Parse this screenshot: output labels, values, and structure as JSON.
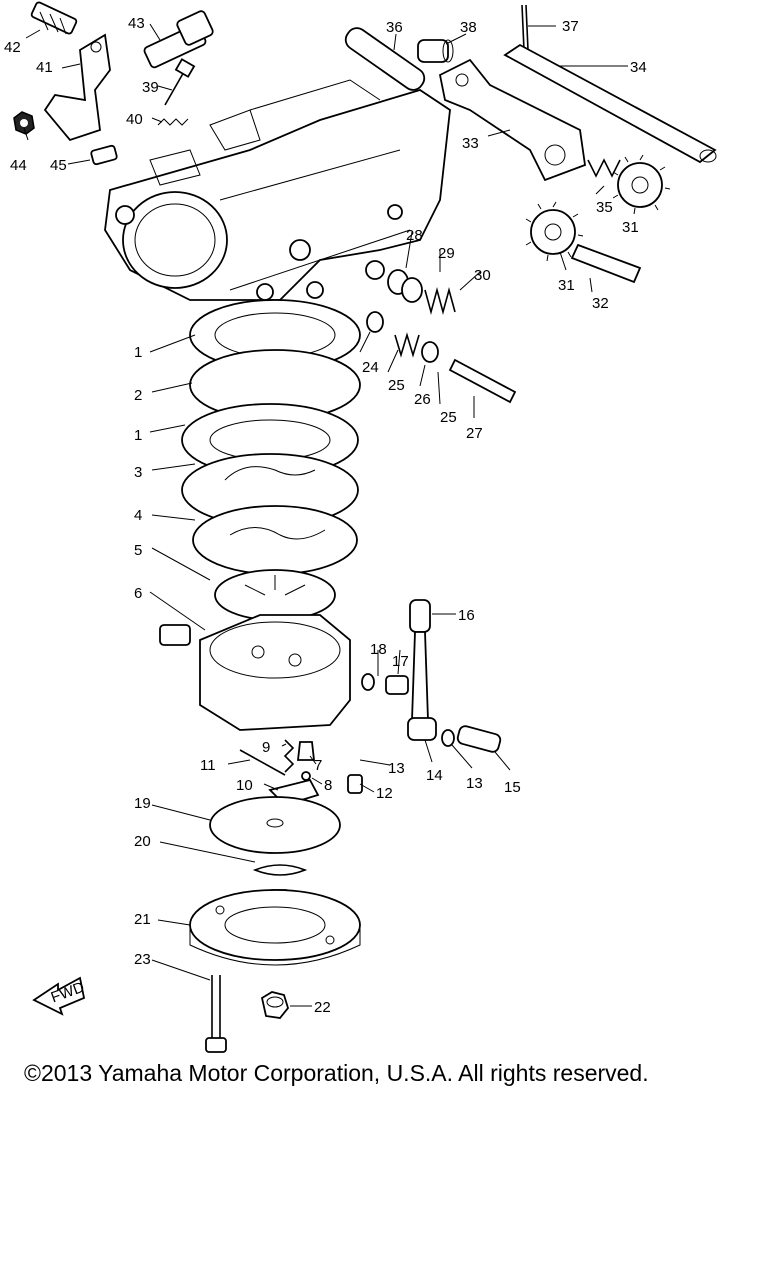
{
  "copyright": "©2013 Yamaha Motor Corporation, U.S.A. All rights reserved.",
  "direction_label": "FWD",
  "callouts": [
    "1",
    "2",
    "1",
    "3",
    "4",
    "5",
    "6",
    "7",
    "8",
    "9",
    "10",
    "11",
    "12",
    "13",
    "13",
    "14",
    "15",
    "16",
    "17",
    "18",
    "19",
    "20",
    "21",
    "22",
    "23",
    "24",
    "25",
    "26",
    "25",
    "27",
    "28",
    "29",
    "30",
    "31",
    "31",
    "32",
    "33",
    "34",
    "35",
    "36",
    "37",
    "38",
    "39",
    "40",
    "41",
    "42",
    "43",
    "44",
    "45"
  ]
}
